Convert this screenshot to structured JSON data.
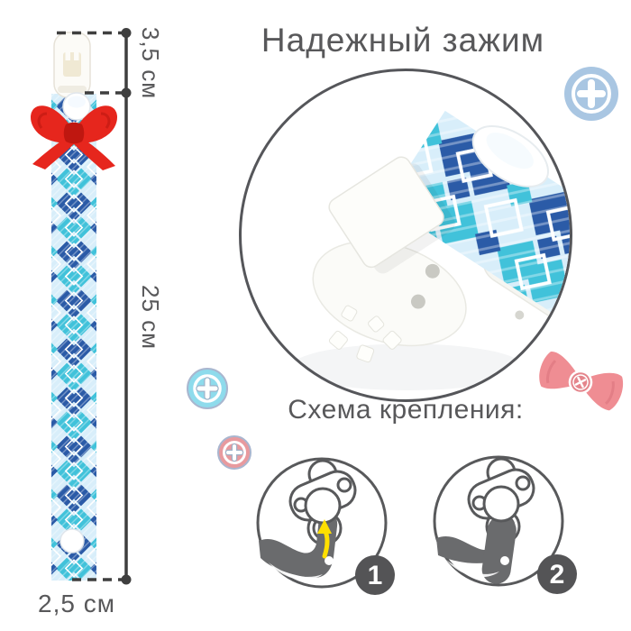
{
  "title": "Надежный зажим",
  "scheme": {
    "heading": "Схема крепления:",
    "steps": [
      {
        "number": "1"
      },
      {
        "number": "2"
      }
    ]
  },
  "measurements": {
    "clip_height": "3,5 см",
    "strap_length": "25 см",
    "strap_width": "2,5 см"
  },
  "decorations": {
    "button_icons": [
      {
        "name": "button-icon-steel-blue",
        "color": "#a9c6e2"
      },
      {
        "name": "button-icon-cyan",
        "color": "#8edbec"
      },
      {
        "name": "button-icon-pink",
        "color": "#e89a9e"
      }
    ],
    "bows": [
      {
        "name": "bow-red",
        "color": "#e6261d"
      },
      {
        "name": "bow-pink",
        "color": "#ef8d93"
      }
    ]
  },
  "colors": {
    "text": "#58585a",
    "line": "#3f3f3f",
    "ribbon-bg": "#d8eefa",
    "ribbon-dark": "#2b5ba7",
    "ribbon-cyan": "#41c2da",
    "bow-red": "#e6261d",
    "bow-red-dark": "#bf1710",
    "bow-pink": "#ef8d93",
    "button-steel": "#a9c6e2",
    "button-cyan": "#8edbec",
    "button-pink": "#e89a9e",
    "diagram": "#58595b",
    "band": "#6a6b6d",
    "arrow-yellow": "#ffdf00",
    "badge": "#545456"
  }
}
